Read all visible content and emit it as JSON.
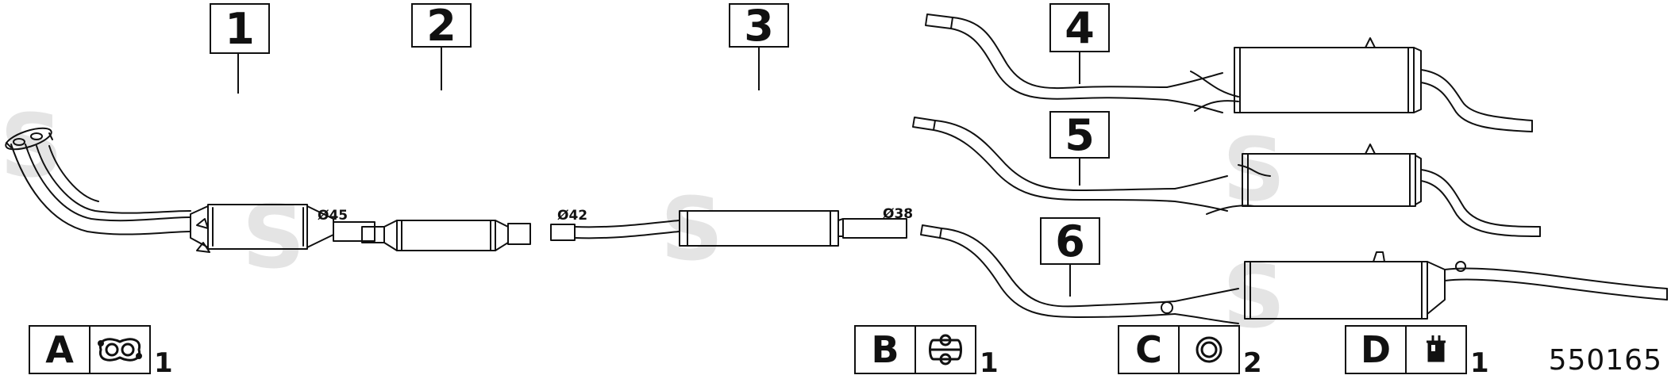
{
  "parts": [
    {
      "id": "1",
      "label": "1"
    },
    {
      "id": "2",
      "label": "2"
    },
    {
      "id": "3",
      "label": "3"
    },
    {
      "id": "4",
      "label": "4"
    },
    {
      "id": "5",
      "label": "5"
    },
    {
      "id": "6",
      "label": "6"
    }
  ],
  "diameters": {
    "d45": "Ø45",
    "d42": "Ø42",
    "d38": "Ø38"
  },
  "legend": [
    {
      "letter": "A",
      "icon": "flange-gasket-icon",
      "qty": "1"
    },
    {
      "letter": "B",
      "icon": "rubber-hanger-icon",
      "qty": "1"
    },
    {
      "letter": "C",
      "icon": "sealing-ring-icon",
      "qty": "2"
    },
    {
      "letter": "D",
      "icon": "mounting-bush-icon",
      "qty": "1"
    }
  ],
  "diagram_number": "550165",
  "watermark": "S",
  "colors": {
    "line": "#111111",
    "watermark": "#e4e4e4",
    "background": "#ffffff"
  }
}
